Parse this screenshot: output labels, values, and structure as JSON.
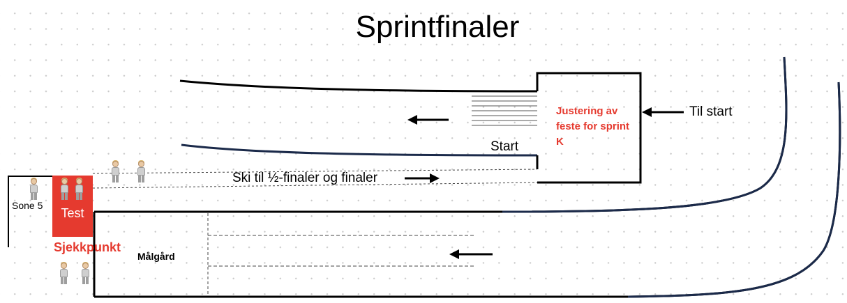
{
  "diagram": {
    "title": "Sprintfinaler",
    "labels": {
      "til_start": "Til start",
      "start": "Start",
      "justering": "Justering av feste for sprint K",
      "ski_til_finaler": "Ski til ½-finaler og finaler",
      "sone": "Sone 5",
      "test": "Test",
      "sjekkpunkt": "Sjekkpunkt",
      "malgard": "Målgård"
    },
    "icons": {
      "arrow": "arrow-left-icon / arrow-right-icon",
      "person": "person-icon"
    },
    "colors": {
      "lines": "#000000",
      "track_edge": "#1b2a4a",
      "test_box": "#e53a2f",
      "accent_text": "#e53a2f"
    }
  }
}
